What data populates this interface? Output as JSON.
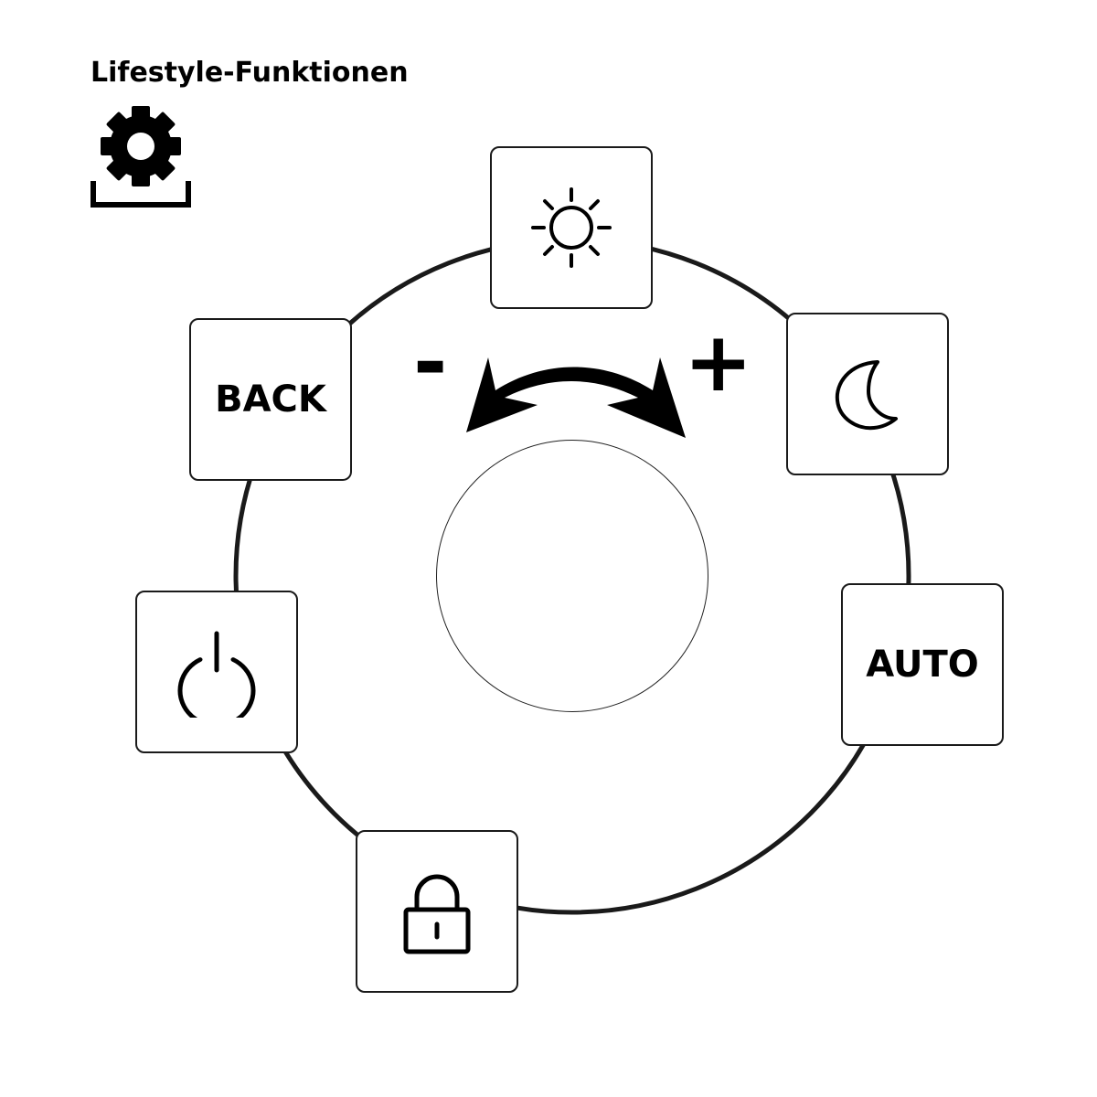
{
  "header": {
    "title": "Lifestyle-Funktionen",
    "icon": "settings-gear-icon"
  },
  "controls": {
    "brightness": {
      "icon": "sun-icon"
    },
    "night_mode": {
      "icon": "moon-icon"
    },
    "back": {
      "label": "BACK"
    },
    "auto": {
      "label": "AUTO"
    },
    "power": {
      "icon": "power-icon"
    },
    "lock": {
      "icon": "padlock-icon"
    }
  },
  "dial": {
    "minus_label": "-",
    "plus_label": "+",
    "arrow_icon": "rotate-left-right-arrow-icon"
  }
}
